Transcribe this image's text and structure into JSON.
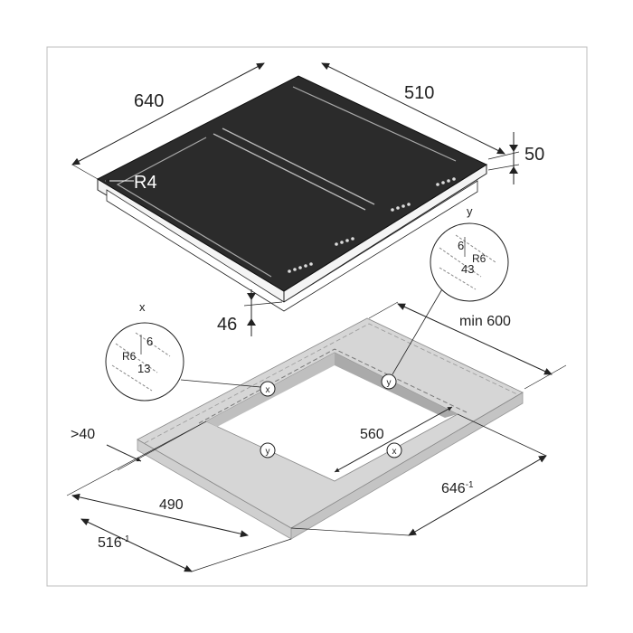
{
  "hob": {
    "width": "640",
    "depth": "510",
    "thickness": "50",
    "corner_radius": "R4",
    "built_in_depth": "46"
  },
  "cutout": {
    "clearance_rear": "min 600",
    "clearance_front": ">40",
    "cut_width": "560",
    "cut_depth": "490",
    "worktop_width": "646",
    "worktop_width_tol": "-1",
    "worktop_depth": "516",
    "worktop_depth_tol": "-1",
    "marker_x": "x",
    "marker_y": "y"
  },
  "detail_x": {
    "label": "x",
    "a": "6",
    "radius": "R6",
    "b": "13"
  },
  "detail_y": {
    "label": "y",
    "a": "6",
    "radius": "R6",
    "b": "43"
  },
  "colors": {
    "glass": "#2b2b2b",
    "worktop": "#d6d6d6",
    "line": "#222222",
    "frame": "#bdbdbd"
  }
}
